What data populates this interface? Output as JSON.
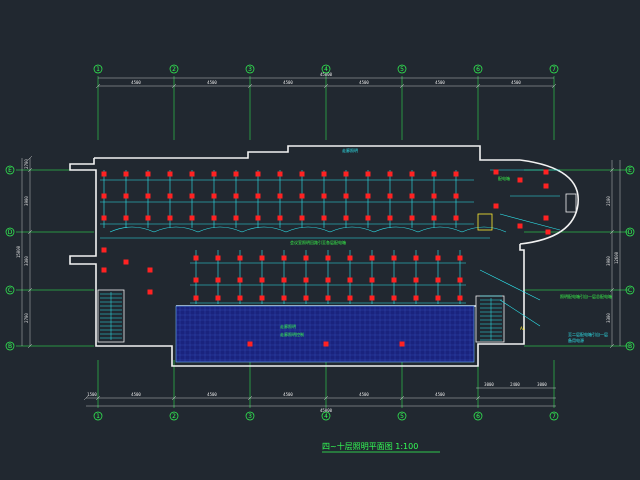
{
  "drawing": {
    "title": "四~十层照明平面图 1:100",
    "colors": {
      "background": "#212830",
      "wall": "#f2f2f2",
      "grid": "#33ff55",
      "wiring": "#2fe8f0",
      "fixture": "#ff2222",
      "hall": "#1a237e",
      "annotation_yellow": "#ffee33"
    },
    "top_axes": [
      "1",
      "2",
      "3",
      "4",
      "5",
      "6",
      "7"
    ],
    "bottom_axes": [
      "1",
      "2",
      "3",
      "4",
      "5",
      "6",
      "7"
    ],
    "left_axes": [
      "E",
      "D",
      "C",
      "B"
    ],
    "right_axes": [
      "E",
      "D",
      "C",
      "B"
    ],
    "top_dims": [
      "4500",
      "4500",
      "4500",
      "4500",
      "4500",
      "4500"
    ],
    "top_total": "45000",
    "bottom_dims_left": [
      "1500",
      "4500",
      "4500",
      "4500",
      "4500",
      "4500"
    ],
    "bottom_dims_right": [
      "3000",
      "2400",
      "3000"
    ],
    "bottom_total": "45000",
    "left_dims": [
      "2700",
      "3900",
      "3300",
      "2700"
    ],
    "left_total": "15000",
    "right_dims": [
      "2100",
      "3900",
      "3300"
    ],
    "right_total": "12600",
    "annotations": {
      "corridor_label": "走廊照明",
      "hall_label_1": "走廊照明",
      "hall_label_2": "走廊照明控制",
      "hall_center_label": "会议室照明回路引至各层配电箱",
      "right_label_1": "配电箱",
      "right_label_2": "照明配电箱引自一层总配电箱",
      "right_label_3": "至二层配电箱引自一层",
      "right_label_4": "备用电源",
      "small_tag": "AL"
    }
  }
}
